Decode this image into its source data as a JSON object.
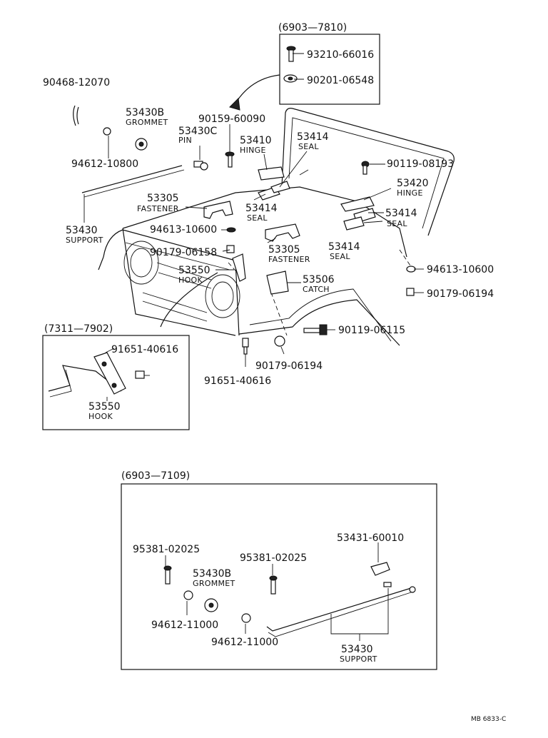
{
  "boxes": {
    "top": "(6903—7810)",
    "left": "(7311—7902)",
    "bottom": "(6903—7109)"
  },
  "parts": [
    {
      "id": "p1",
      "number": "93210-66016"
    },
    {
      "id": "p2",
      "number": "90201-06548"
    },
    {
      "id": "p3",
      "number": "90468-12070"
    },
    {
      "id": "p4",
      "number": "53430B",
      "name": "GROMMET"
    },
    {
      "id": "p5",
      "number": "90159-60090"
    },
    {
      "id": "p6",
      "number": "53430C",
      "name": "PIN"
    },
    {
      "id": "p7",
      "number": "53410",
      "name": "HINGE"
    },
    {
      "id": "p8",
      "number": "53414",
      "name": "SEAL"
    },
    {
      "id": "p9",
      "number": "90119-08193"
    },
    {
      "id": "p10",
      "number": "94612-10800"
    },
    {
      "id": "p11",
      "number": "53420",
      "name": "HINGE"
    },
    {
      "id": "p12",
      "number": "53305",
      "name": "FASTENER"
    },
    {
      "id": "p13",
      "number": "53414",
      "name": "SEAL"
    },
    {
      "id": "p14",
      "number": "53414",
      "name": "SEAL"
    },
    {
      "id": "p15",
      "number": "53430",
      "name": "SUPPORT"
    },
    {
      "id": "p16",
      "number": "94613-10600"
    },
    {
      "id": "p17",
      "number": "53305",
      "name": "FASTENER"
    },
    {
      "id": "p18",
      "number": "53414",
      "name": "SEAL"
    },
    {
      "id": "p19",
      "number": "90179-06158"
    },
    {
      "id": "p20",
      "number": "94613-10600"
    },
    {
      "id": "p21",
      "number": "53550",
      "name": "HOOK"
    },
    {
      "id": "p22",
      "number": "53506",
      "name": "CATCH"
    },
    {
      "id": "p23",
      "number": "90179-06194"
    },
    {
      "id": "p24",
      "number": "90119-06115"
    },
    {
      "id": "p25",
      "number": "91651-40616"
    },
    {
      "id": "p26",
      "number": "90179-06194"
    },
    {
      "id": "p27",
      "number": "53550",
      "name": "HOOK"
    },
    {
      "id": "p28",
      "number": "91651-40616"
    },
    {
      "id": "p29",
      "number": "53431-60010"
    },
    {
      "id": "p30",
      "number": "95381-02025"
    },
    {
      "id": "p31",
      "number": "95381-02025"
    },
    {
      "id": "p32",
      "number": "53430B",
      "name": "GROMMET"
    },
    {
      "id": "p33",
      "number": "94612-11000"
    },
    {
      "id": "p34",
      "number": "94612-11000"
    },
    {
      "id": "p35",
      "number": "53430",
      "name": "SUPPORT"
    }
  ],
  "footer_code": "MB 6833-C"
}
